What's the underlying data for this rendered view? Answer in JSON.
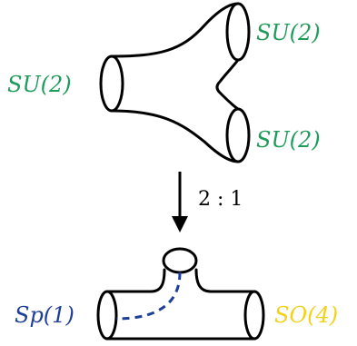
{
  "top": {
    "left_label": "SU(2)",
    "top_right_label": "SU(2)",
    "bottom_right_label": "SU(2)",
    "label_color": "#1f9b5a"
  },
  "map": {
    "label": "2 : 1"
  },
  "bottom": {
    "left_label": "Sp(1)",
    "right_label": "SO(4)",
    "left_color": "#1d3f9a",
    "right_color": "#f2d21a",
    "dashed_color": "#1d3f9a"
  }
}
